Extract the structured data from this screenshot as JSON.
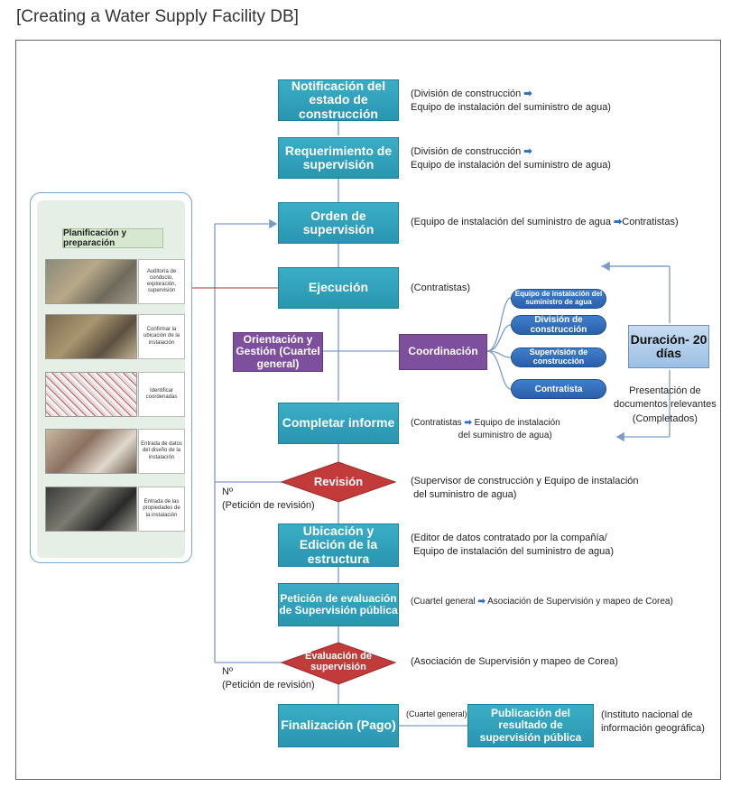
{
  "page_title": "[Creating a Water Supply Facility DB]",
  "left_panel": {
    "title": "Planificación y preparación",
    "steps": [
      {
        "label": "Auditoría de conducto, exploración, supervisión",
        "photo": "survey-photo"
      },
      {
        "label": "Confirmar la ubicación de la instalación",
        "photo": "pipe-trench-photo"
      },
      {
        "label": "Identificar coordenadas",
        "photo": "map-coordinates-photo"
      },
      {
        "label": "Entrada de datos del diseño de la instalación",
        "photo": "office-data-entry-photo"
      },
      {
        "label": "Entrada de las propiedades de la instalación",
        "photo": "office-computers-photo"
      }
    ]
  },
  "steps": {
    "notificacion": {
      "label": "Notificación del estado de construcción",
      "note1": "(División de construcción",
      "note2": "Equipo de instalación del suministro de agua)"
    },
    "requerimiento": {
      "label": "Requerimiento de supervisión",
      "note1": "(División de construcción",
      "note2": "Equipo de instalación del suministro de agua)"
    },
    "orden": {
      "label": "Orden de supervisión",
      "note_a": "(Equipo de instalación del suministro de agua",
      "note_b": "Contratistas)"
    },
    "ejecucion": {
      "label": "Ejecución",
      "note": "(Contratistas)"
    },
    "orientacion": {
      "label": "Orientación y Gestión (Cuartel general)"
    },
    "coordinacion": {
      "label": "Coordinación"
    },
    "completar": {
      "label": "Completar informe",
      "note_a": "(Contratistas",
      "note_b": "Equipo de instalación",
      "note_c": "del suministro de agua)"
    },
    "revision": {
      "label": "Revisión",
      "note1": "(Supervisor de construcción y Equipo de instalación",
      "note2": "del suministro de agua)",
      "no_label": "Nº",
      "no_note": "(Petición de revisión)"
    },
    "ubicacion": {
      "label": "Ubicación y Edición de la estructura",
      "note1": "(Editor de datos contratado por la compañía/",
      "note2": "Equipo de instalación del suministro de agua)"
    },
    "peticion": {
      "label": "Petición de evaluación de Supervisión pública",
      "note_a": "(Cuartel general",
      "note_b": "Asociación de Supervisión y mapeo de Corea)"
    },
    "evaluacion": {
      "label": "Evaluación de supervisión",
      "note": "(Asociación de Supervisión y mapeo de Corea)",
      "no_label": "Nº",
      "no_note": "(Petición de revisión)"
    },
    "finalizacion": {
      "label": "Finalización (Pago)",
      "connector_note": "(Cuartel general)"
    },
    "publicacion": {
      "label": "Publicación del resultado de supervisión pública",
      "note1": "(Instituto nacional de",
      "note2": "información geográfica)"
    }
  },
  "coordination_parties": [
    "Equipo de instalación del suministro de agua",
    "División de construcción",
    "Supervisión de construcción",
    "Contratista"
  ],
  "duration": {
    "label": "Duración- 20 días",
    "note1": "Presentación de",
    "note2": "documentos relevantes",
    "note3": "(Completados)"
  },
  "colors": {
    "teal": "#2a95b0",
    "purple": "#7d4f9c",
    "blue_pill": "#2a60a8",
    "diamond": "#c23b3b",
    "arrow": "#2a70c0",
    "connector": "#7a9cc4",
    "red_link": "#b03030"
  }
}
